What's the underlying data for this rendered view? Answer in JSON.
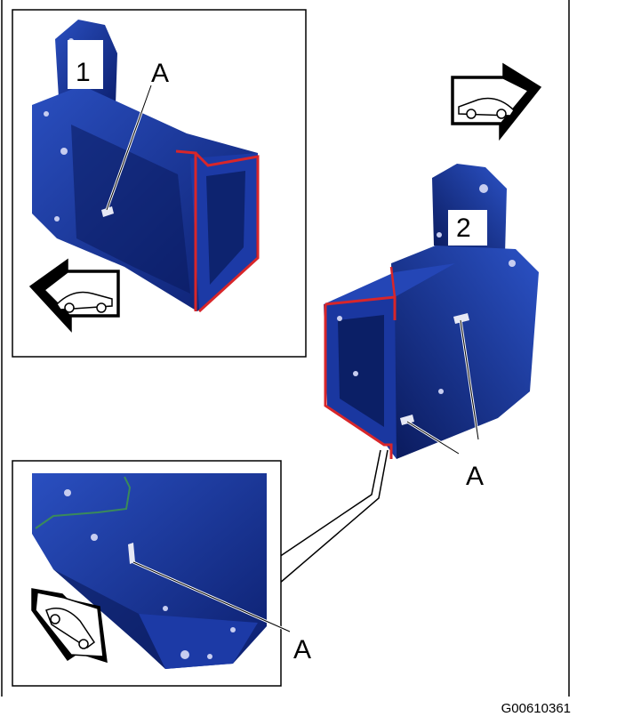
{
  "labels": {
    "panel1_number": "1",
    "panel2_number": "2",
    "callout_a1": "A",
    "callout_a2": "A",
    "callout_a3": "A"
  },
  "figure_code": "G00610361",
  "colors": {
    "part_blue": "#17308f",
    "part_dark": "#0a1a5c",
    "part_light": "#2a4fc0",
    "edge_red": "#d8262a",
    "frame": "#000000"
  },
  "icons": [
    "car-direction-arrow-icon"
  ]
}
